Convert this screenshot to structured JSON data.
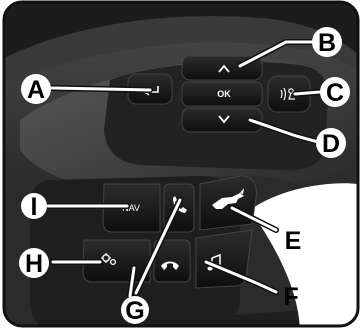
{
  "diagram": {
    "callouts": {
      "a": "A",
      "b": "B",
      "c": "C",
      "d": "D",
      "e": "E",
      "f": "F",
      "g": "G",
      "h": "H",
      "i": "I"
    },
    "buttons": {
      "ok_label": "OK",
      "nav_label": "NAV"
    },
    "icons": {
      "back": "back-arrow-icon",
      "up": "chevron-up-icon",
      "down": "chevron-down-icon",
      "voice": "voice-command-icon",
      "phone_answer": "phone-answer-icon",
      "phone_hangup": "phone-end-call-icon",
      "settings": "settings-gears-icon",
      "pony": "mustang-pony-icon",
      "music": "music-note-icon"
    },
    "colors": {
      "frame": "#1a1a1a",
      "plastic_dark": "#262626",
      "plastic_mid": "#3a3a3a",
      "button": "#181818",
      "callout": "#ffffff"
    }
  }
}
